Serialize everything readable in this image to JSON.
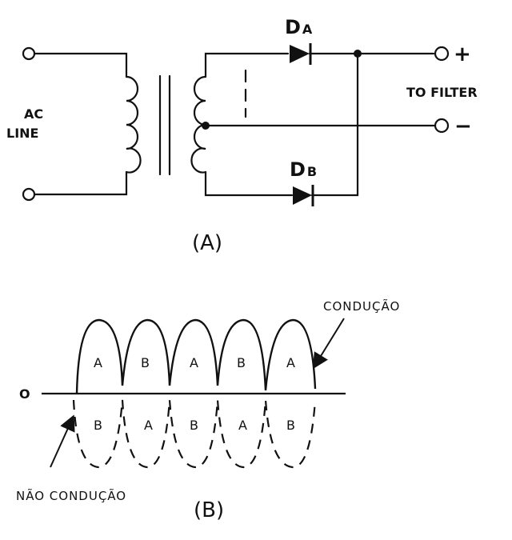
{
  "circuit": {
    "ac_line": [
      "AC",
      "LINE"
    ],
    "diode_a": {
      "main": "D",
      "sub": "A"
    },
    "diode_b": {
      "main": "D",
      "sub": "B"
    },
    "plus": "+",
    "minus": "−",
    "to_filter": "TO FILTER",
    "caption": "(A)"
  },
  "waveform": {
    "zero": "O",
    "conduction": "CONDUÇÃO",
    "non_conduction": "NÃO CONDUÇÃO",
    "upper_labels": [
      "A",
      "B",
      "A",
      "B",
      "A"
    ],
    "lower_labels": [
      "B",
      "A",
      "B",
      "A",
      "B"
    ],
    "caption": "(B)"
  }
}
